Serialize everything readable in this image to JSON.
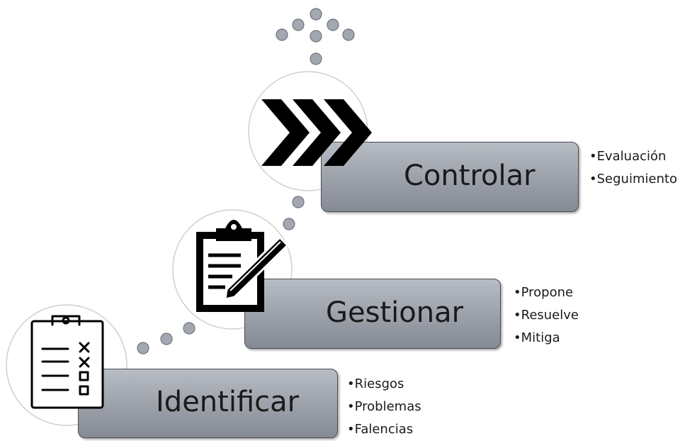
{
  "steps": [
    {
      "id": "identificar",
      "label": "Identificar",
      "icon": "checklist-icon",
      "items": [
        "Riesgos",
        "Problemas",
        "Falencias"
      ]
    },
    {
      "id": "gestionar",
      "label": "Gestionar",
      "icon": "clipboard-pencil-icon",
      "items": [
        "Propone",
        "Resuelve",
        "Mitiga"
      ]
    },
    {
      "id": "controlar",
      "label": "Controlar",
      "icon": "triple-chevron-icon",
      "items": [
        "Evaluación",
        "Seguimiento"
      ]
    }
  ],
  "colors": {
    "box_top": "#b8bcc4",
    "box_bottom": "#858a94",
    "dot": "#a3a8b0",
    "dot_stroke": "#6f747c",
    "icon": "#000000",
    "circle": "#d0d0d0"
  }
}
